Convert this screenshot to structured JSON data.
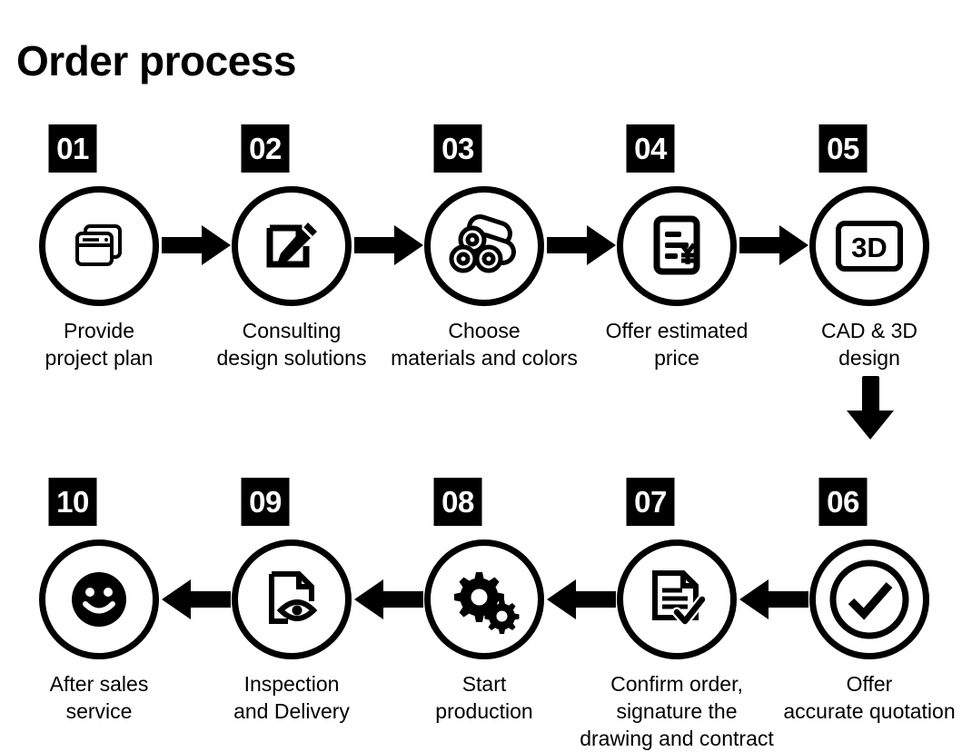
{
  "page": {
    "title": "Order process",
    "background_color": "#ffffff",
    "foreground_color": "#000000"
  },
  "steps": [
    {
      "number": "01",
      "icon": "stacked-windows-icon",
      "label": "Provide\nproject plan",
      "row": "top"
    },
    {
      "number": "02",
      "icon": "pencil-edit-square-icon",
      "label": "Consulting\ndesign solutions",
      "row": "top"
    },
    {
      "number": "03",
      "icon": "material-tubes-icon",
      "label": "Choose\nmaterials and colors",
      "row": "top"
    },
    {
      "number": "04",
      "icon": "invoice-yen-icon",
      "label": "Offer estimated\nprice",
      "row": "top"
    },
    {
      "number": "05",
      "icon": "three-d-frame-icon",
      "label": "CAD & 3D\ndesign",
      "row": "top"
    },
    {
      "number": "06",
      "icon": "check-circle-icon",
      "label": "Offer\naccurate quotation",
      "row": "bottom"
    },
    {
      "number": "07",
      "icon": "document-check-icon",
      "label": "Confirm order,\nsignature the\ndrawing and contract",
      "row": "bottom"
    },
    {
      "number": "08",
      "icon": "gears-icon",
      "label": "Start\nproduction",
      "row": "bottom"
    },
    {
      "number": "09",
      "icon": "document-eye-icon",
      "label": "Inspection\nand Delivery",
      "row": "bottom"
    },
    {
      "number": "10",
      "icon": "smiley-face-icon",
      "label": "After sales\nservice",
      "row": "bottom"
    }
  ],
  "connectors": [
    {
      "name": "arrow-01-to-02",
      "direction": "right"
    },
    {
      "name": "arrow-02-to-03",
      "direction": "right"
    },
    {
      "name": "arrow-03-to-04",
      "direction": "right"
    },
    {
      "name": "arrow-04-to-05",
      "direction": "right"
    },
    {
      "name": "arrow-05-to-06",
      "direction": "down"
    },
    {
      "name": "arrow-06-to-07",
      "direction": "left"
    },
    {
      "name": "arrow-07-to-08",
      "direction": "left"
    },
    {
      "name": "arrow-08-to-09",
      "direction": "left"
    },
    {
      "name": "arrow-09-to-10",
      "direction": "left"
    }
  ]
}
